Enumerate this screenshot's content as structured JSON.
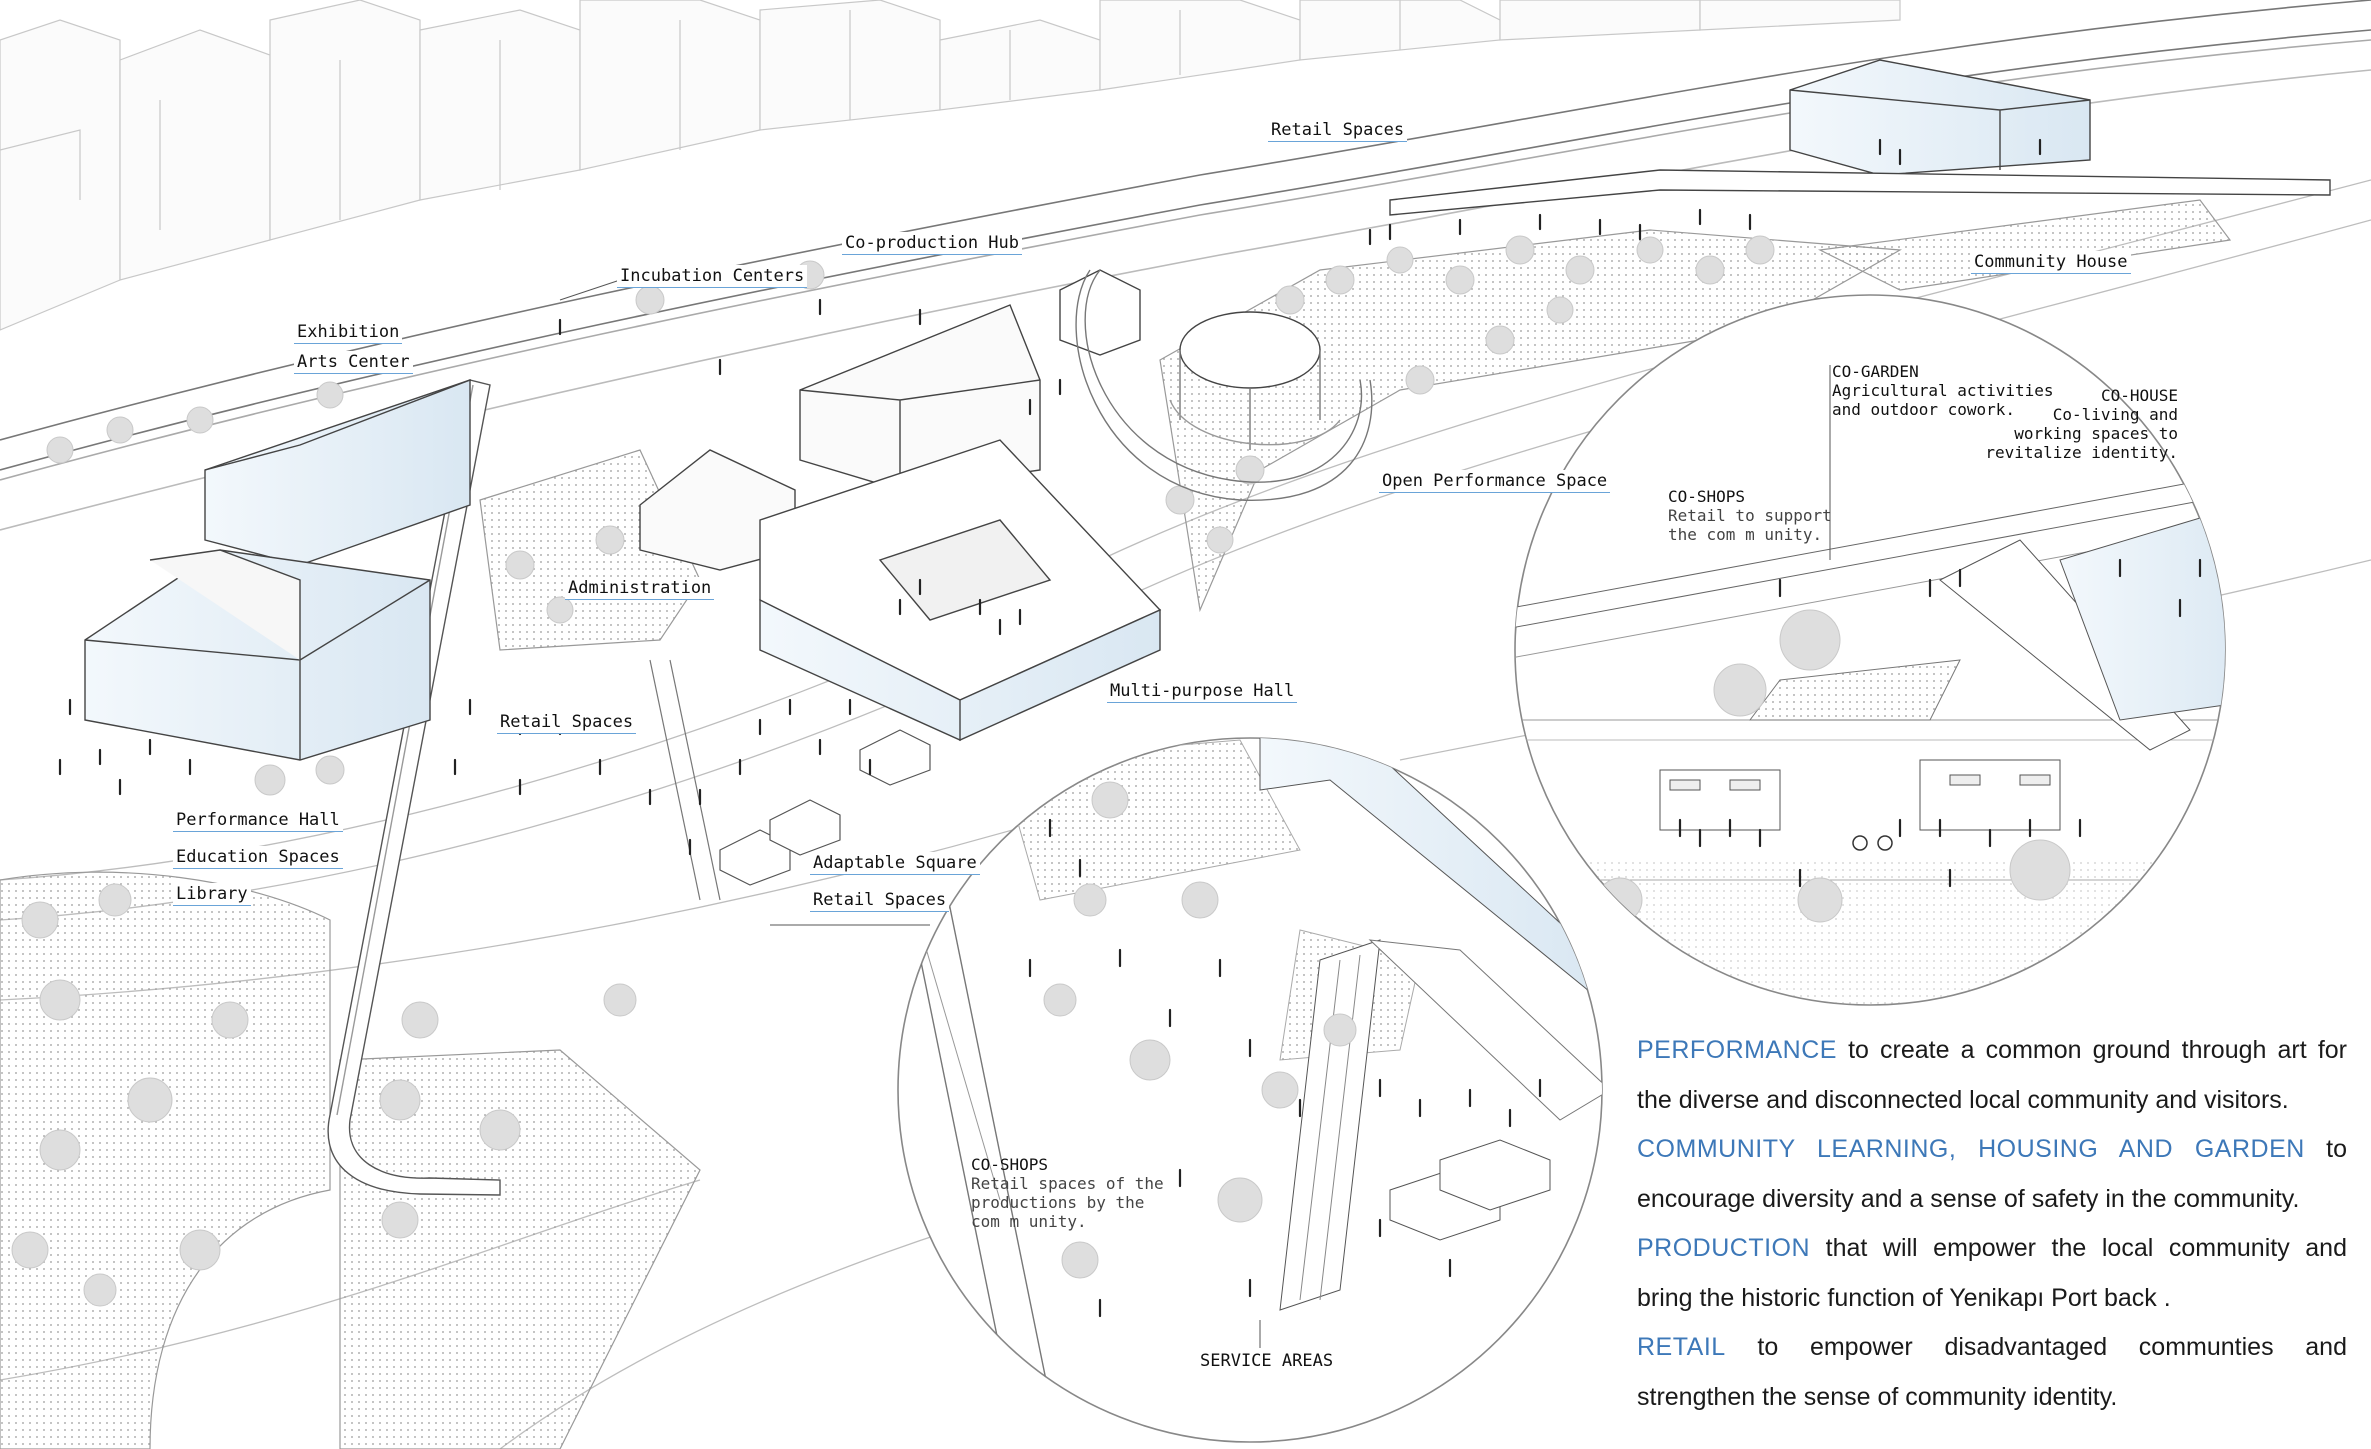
{
  "labels": {
    "retail_spaces_top": "Retail Spaces",
    "coproduction_hub": "Co-production Hub",
    "incubation_centers": "Incubation Centers",
    "exhibition": "Exhibition",
    "arts_center": "Arts Center",
    "community_house": "Community House",
    "open_performance_space": "Open Performance Space",
    "administration": "Administration",
    "retail_spaces_mid": "Retail Spaces",
    "multipurpose_hall": "Multi-purpose Hall",
    "performance_hall": "Performance Hall",
    "education_spaces": "Education Spaces",
    "library": "Library",
    "adaptable_square": "Adaptable Square",
    "retail_spaces_low": "Retail Spaces",
    "service_areas": "SERVICE AREAS"
  },
  "inset_notes": {
    "co_garden": {
      "title": "CO-GARDEN",
      "lines": [
        "Agricultural activities",
        "and outdoor cowork."
      ]
    },
    "co_house": {
      "title": "CO-HOUSE",
      "lines": [
        "Co-living and",
        "working spaces to",
        "revitalize identity."
      ]
    },
    "co_shops_right": {
      "title": "CO-SHOPS",
      "lines": [
        "Retail to support",
        "the com m unity."
      ]
    },
    "co_shops_left": {
      "title": "CO-SHOPS",
      "lines": [
        "Retail spaces of the",
        "productions by the",
        "com m unity."
      ]
    }
  },
  "statements": [
    {
      "keyword": "PERFORMANCE",
      "lines": [
        " to create a common ground through art for",
        "the diverse and disconnected local community and visitors."
      ]
    },
    {
      "keyword": "COMMUNITY LEARNING, HOUSING AND GARDEN",
      "lines": [
        " to",
        "encourage diversity and a sense of safety in the community."
      ]
    },
    {
      "keyword": "PRODUCTION",
      "lines": [
        " that will empower the local community and",
        "bring the historic function of Yenikapı Port back ."
      ]
    },
    {
      "keyword": "RETAIL",
      "lines": [
        " to empower disadvantaged communties and",
        "strengthen the sense of community identity."
      ]
    }
  ],
  "colors": {
    "accent": "#3d78b8",
    "label_underline": "#6aa4d8",
    "line": "#8a8a8a",
    "tree": "#dcdcdc",
    "glass": "#e6f0f8"
  }
}
